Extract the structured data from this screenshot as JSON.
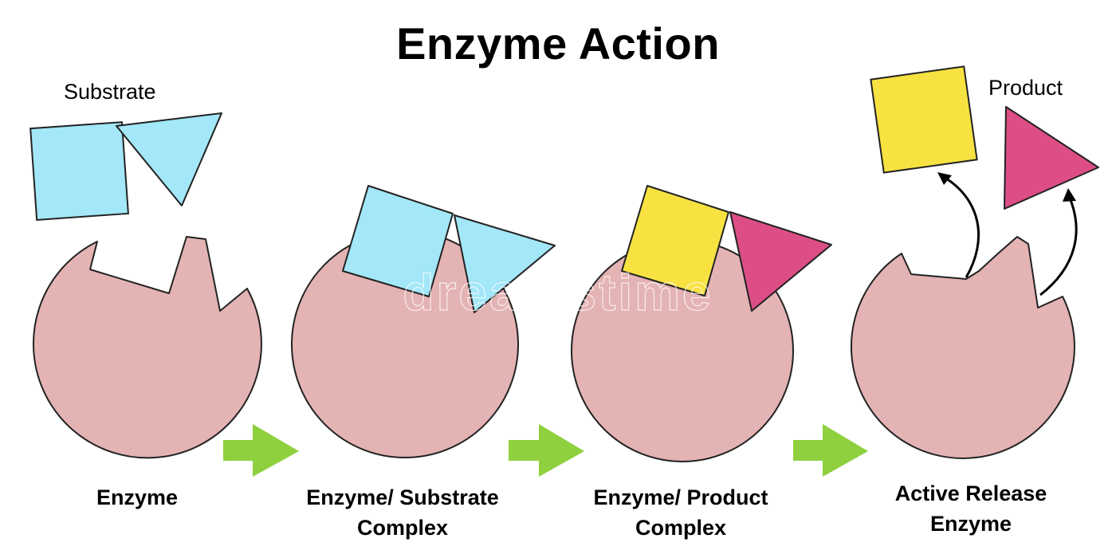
{
  "title": "Enzyme Action",
  "labels": {
    "substrate": "Substrate",
    "product": "Product"
  },
  "stages": [
    {
      "line1": "Enzyme",
      "line2": ""
    },
    {
      "line1": "Enzyme/ Substrate",
      "line2": "Complex"
    },
    {
      "line1": "Enzyme/ Product",
      "line2": "Complex"
    },
    {
      "line1": "Active Release",
      "line2": "Enzyme"
    }
  ],
  "watermark": "dreamstime",
  "colors": {
    "enzyme": "#e4b3b4",
    "substrate": "#a3e7f8",
    "product_square": "#f7e242",
    "product_triangle": "#dd4e86",
    "arrow": "#8ed03e"
  }
}
